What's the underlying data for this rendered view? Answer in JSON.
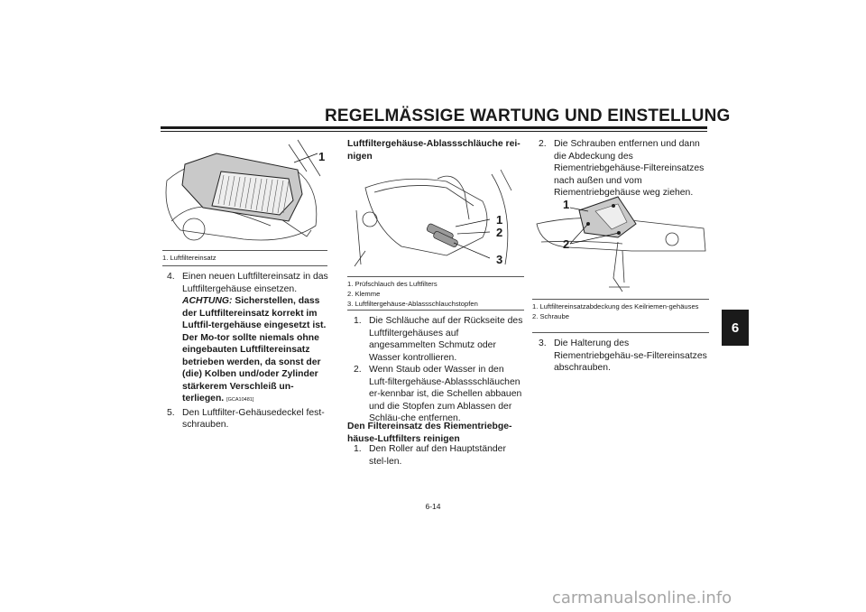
{
  "header": {
    "title": "REGELMÄSSIGE WARTUNG UND EINSTELLUNG"
  },
  "chapter_tab": "6",
  "left": {
    "callout": "1",
    "captions": [
      "1. Luftfiltereinsatz"
    ],
    "step4": {
      "num": "4.",
      "text": "Einen neuen Luftfiltereinsatz in das Luftfiltergehäuse einsetzen.",
      "warn_label": "ACHTUNG:",
      "warn_text": "Sicherstellen, dass der Luftfiltereinsatz korrekt im Luftfil-tergehäuse eingesetzt ist. Der Mo-tor sollte niemals ohne eingebauten Luftfiltereinsatz betrieben werden, da sonst der (die) Kolben und/oder Zylinder stärkerem Verschleiß un-terliegen.",
      "code": "[GCA10481]"
    },
    "step5": {
      "num": "5.",
      "text": "Den Luftfilter-Gehäusedeckel fest-schrauben."
    }
  },
  "middle": {
    "heading": "Luftfiltergehäuse-Ablassschläuche rei-nigen",
    "callouts": [
      "1",
      "2",
      "3"
    ],
    "captions": [
      "1. Prüfschlauch des Luftfilters",
      "2. Klemme",
      "3. Luftfiltergehäuse-Ablassschlauchstopfen"
    ],
    "steps": [
      {
        "num": "1.",
        "text": "Die Schläuche auf der Rückseite des Luftfiltergehäuses auf angesammelten Schmutz oder Wasser kontrollieren."
      },
      {
        "num": "2.",
        "text": "Wenn Staub oder Wasser in den Luft-filtergehäuse-Ablassschläuchen er-kennbar ist, die Schellen abbauen und die Stopfen zum Ablassen der Schläu-che entfernen."
      }
    ],
    "heading2": "Den Filtereinsatz des Riementriebge-häuse-Luftfilters reinigen",
    "steps2": [
      {
        "num": "1.",
        "text": "Den Roller auf den Hauptständer stel-len."
      }
    ]
  },
  "right": {
    "step2": {
      "num": "2.",
      "text": "Die Schrauben entfernen und dann die Abdeckung des Riementriebgehäuse-Filtereinsatzes nach außen und vom Riementriebgehäuse weg ziehen."
    },
    "callouts": [
      "1",
      "2"
    ],
    "captions": [
      "1. Luftfiltereinsatzabdeckung des Keilriemen-gehäuses",
      "2. Schraube"
    ],
    "step3": {
      "num": "3.",
      "text": "Die Halterung des Riementriebgehäu-se-Filtereinsatzes abschrauben."
    }
  },
  "footer": {
    "page": "6-14",
    "watermark": "carmanualsonline.info"
  }
}
